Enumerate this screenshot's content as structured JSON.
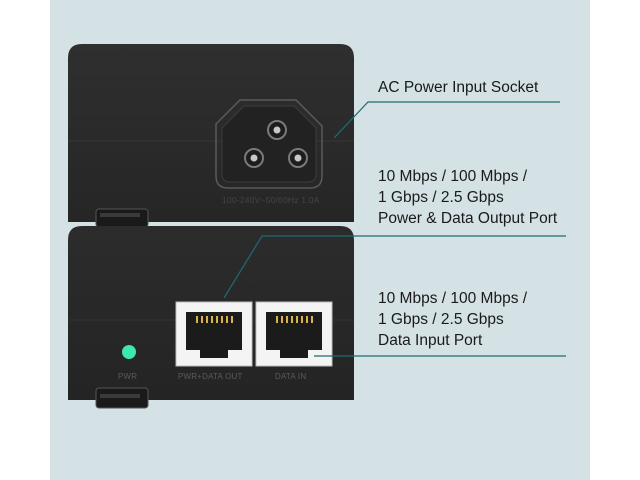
{
  "callouts": {
    "ac_input": {
      "lines": [
        "AC Power Input Socket"
      ]
    },
    "poe_output": {
      "lines": [
        "10 Mbps / 100 Mbps /",
        "1 Gbps / 2.5 Gbps",
        "Power & Data Output Port"
      ]
    },
    "data_input": {
      "lines": [
        "10 Mbps / 100 Mbps /",
        "1 Gbps / 2.5 Gbps",
        "Data Input Port"
      ]
    }
  },
  "device": {
    "ratings": "100-240V~50/60Hz 1.0A",
    "pwr_label": "PWR",
    "out_port_label": "PWR+DATA OUT",
    "in_port_label": "DATA IN",
    "led_color": "#3ee6b0",
    "body_color": "#2b2b2b"
  },
  "colors": {
    "background_panel": "#d4e1e5",
    "leader_line": "#1f6b72"
  }
}
